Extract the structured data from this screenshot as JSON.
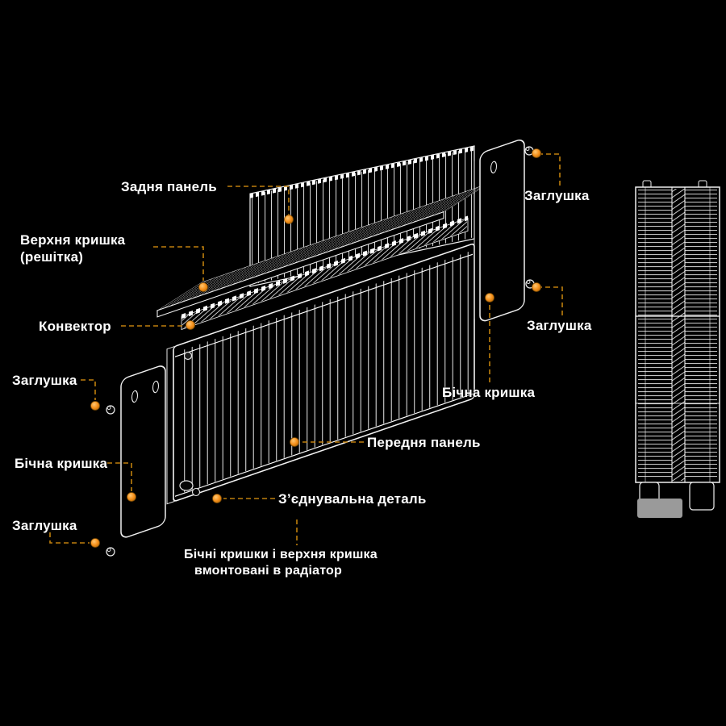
{
  "labels": {
    "rear_panel": "Задня панель",
    "top_cover_line1": "Верхня кришка",
    "top_cover_line2": "(решітка)",
    "convector": "Конвектор",
    "plug_left_top": "Заглушка",
    "side_cover_left": "Бічна кришка",
    "plug_left_bottom": "Заглушка",
    "plug_right_top": "Заглушка",
    "plug_right_mid": "Заглушка",
    "side_cover_right": "Бічна кришка",
    "front_panel": "Передня панель",
    "connector": "З’єднувальна деталь",
    "note_line1": "Бічні кришки і верхня кришка",
    "note_line2": "вмонтовані в радіатор"
  },
  "colors": {
    "background": "#000000",
    "line_art": "#f0f0f0",
    "leader_line": "#c9860e",
    "marker": "#f6921e",
    "label_text": "#ffffff"
  }
}
